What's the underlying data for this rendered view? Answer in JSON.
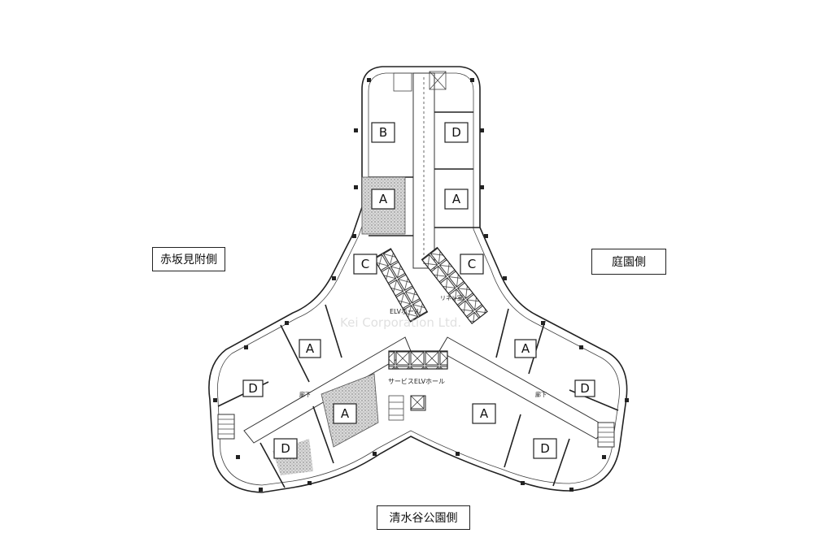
{
  "side_labels": {
    "akasaka": "赤坂見附側",
    "garden": "庭園側",
    "shimizudani": "清水谷公園側"
  },
  "units": {
    "north_b": "B",
    "north_d": "D",
    "north_a_left": "A",
    "north_a_right": "A",
    "north_c_left": "C",
    "north_c_right": "C",
    "west_a": "A",
    "west_d_small": "D",
    "west_a_large": "A",
    "west_d": "D",
    "east_a": "A",
    "east_d_small": "D",
    "east_a_lower": "A",
    "east_d": "D"
  },
  "hall_labels": {
    "elv_hall": "ELVホール",
    "service_elv_hall": "サービスELVホール",
    "linen": "リネン室",
    "corridor_left": "廊下",
    "corridor_right": "廊下"
  },
  "watermark": "Kei Corporation Ltd.",
  "colors": {
    "line": "#222222",
    "hatch": "#9a9a9a",
    "background": "#ffffff"
  }
}
